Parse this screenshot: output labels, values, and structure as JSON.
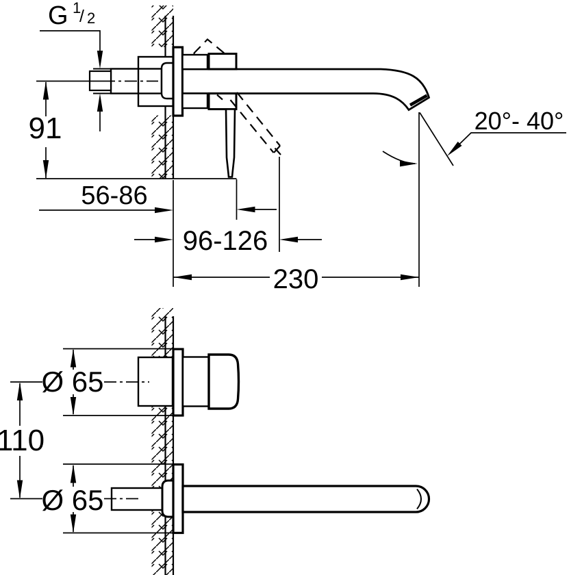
{
  "drawing": {
    "background": "#ffffff",
    "line_color": "#000000",
    "description": "wall-mounted-basin-mixer-installation-drawing",
    "labels": {
      "thread_g": "G",
      "thread_num": "1",
      "thread_slash": "/",
      "thread_den": "2",
      "dim_91": "91",
      "dim_56_86": "56-86",
      "dim_96_126": "96-126",
      "dim_230": "230",
      "dim_angle": "20°- 40°",
      "dim_dia_top": "Ø 65",
      "dim_dia_bottom": "Ø 65",
      "dim_110": "110"
    }
  }
}
